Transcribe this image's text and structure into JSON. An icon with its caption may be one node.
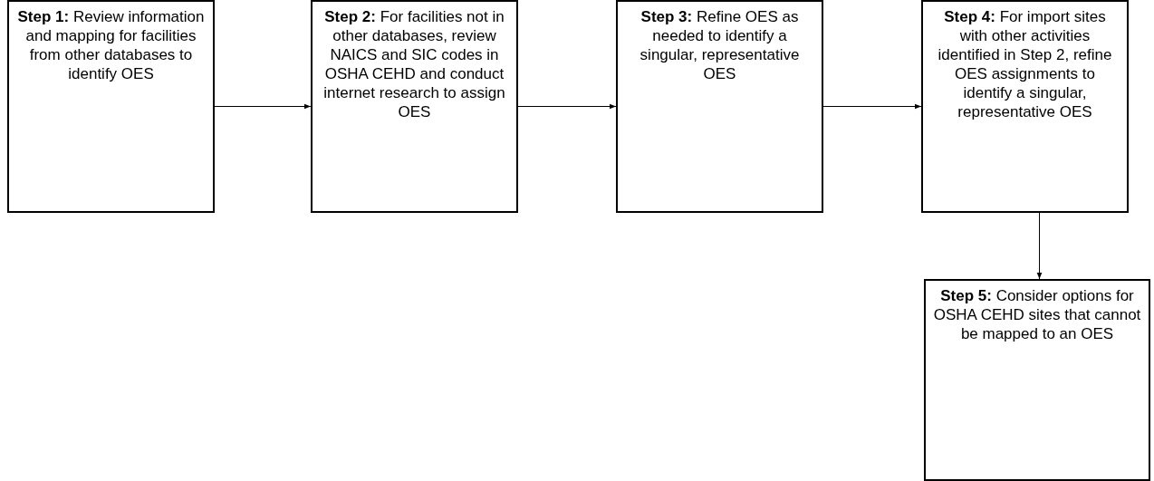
{
  "diagram": {
    "nodes": [
      {
        "text": [
          "**Step 1:** Review information and mapping for facilities from other databases to identify OES"
        ]
      },
      {
        "text": [
          "**Step 2:** For facilities not in other databases, review NAICS and SIC codes in OSHA CEHD and conduct internet research to assign OES"
        ]
      },
      {
        "text": [
          "**Step 3:** Refine OES as needed to identify a singular, representative OES"
        ]
      },
      {
        "text": [
          "**Step 4:** For import sites with other activities identified in Step 2, refine OES assignments to identify a singular, representative OES"
        ]
      },
      {
        "text": [
          "**Step 5:** Consider options for OSHA CEHD sites that cannot be mapped to an OES"
        ]
      }
    ],
    "edges": [
      {
        "from": 0,
        "to": 1,
        "arrow": "to"
      },
      {
        "from": 1,
        "to": 2,
        "arrow": "to"
      },
      {
        "from": 2,
        "to": 3,
        "arrow": "to"
      },
      {
        "from": 3,
        "to": 4,
        "arrow": "to"
      }
    ]
  }
}
